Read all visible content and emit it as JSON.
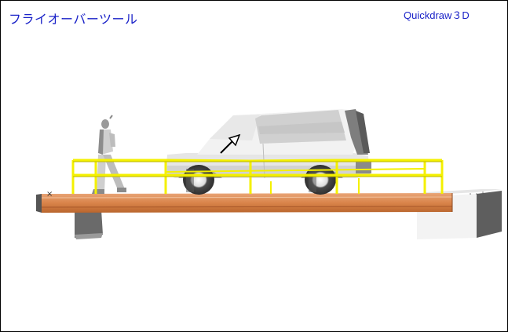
{
  "window": {
    "title": "フライオーバーツール",
    "renderer": "Quickdraw３D"
  },
  "scene": {
    "objects": [
      "car",
      "pedestrian",
      "bridge-deck",
      "guardrail",
      "bridge-pier-left",
      "bridge-pier-right"
    ],
    "cursor": "arrow-cursor-icon",
    "colors": {
      "deck": "#d9844a",
      "rail": "#f4f000",
      "car_body": "#e8e8e8",
      "pier": "#6e6e6e",
      "title_text": "#1a22c8"
    }
  }
}
